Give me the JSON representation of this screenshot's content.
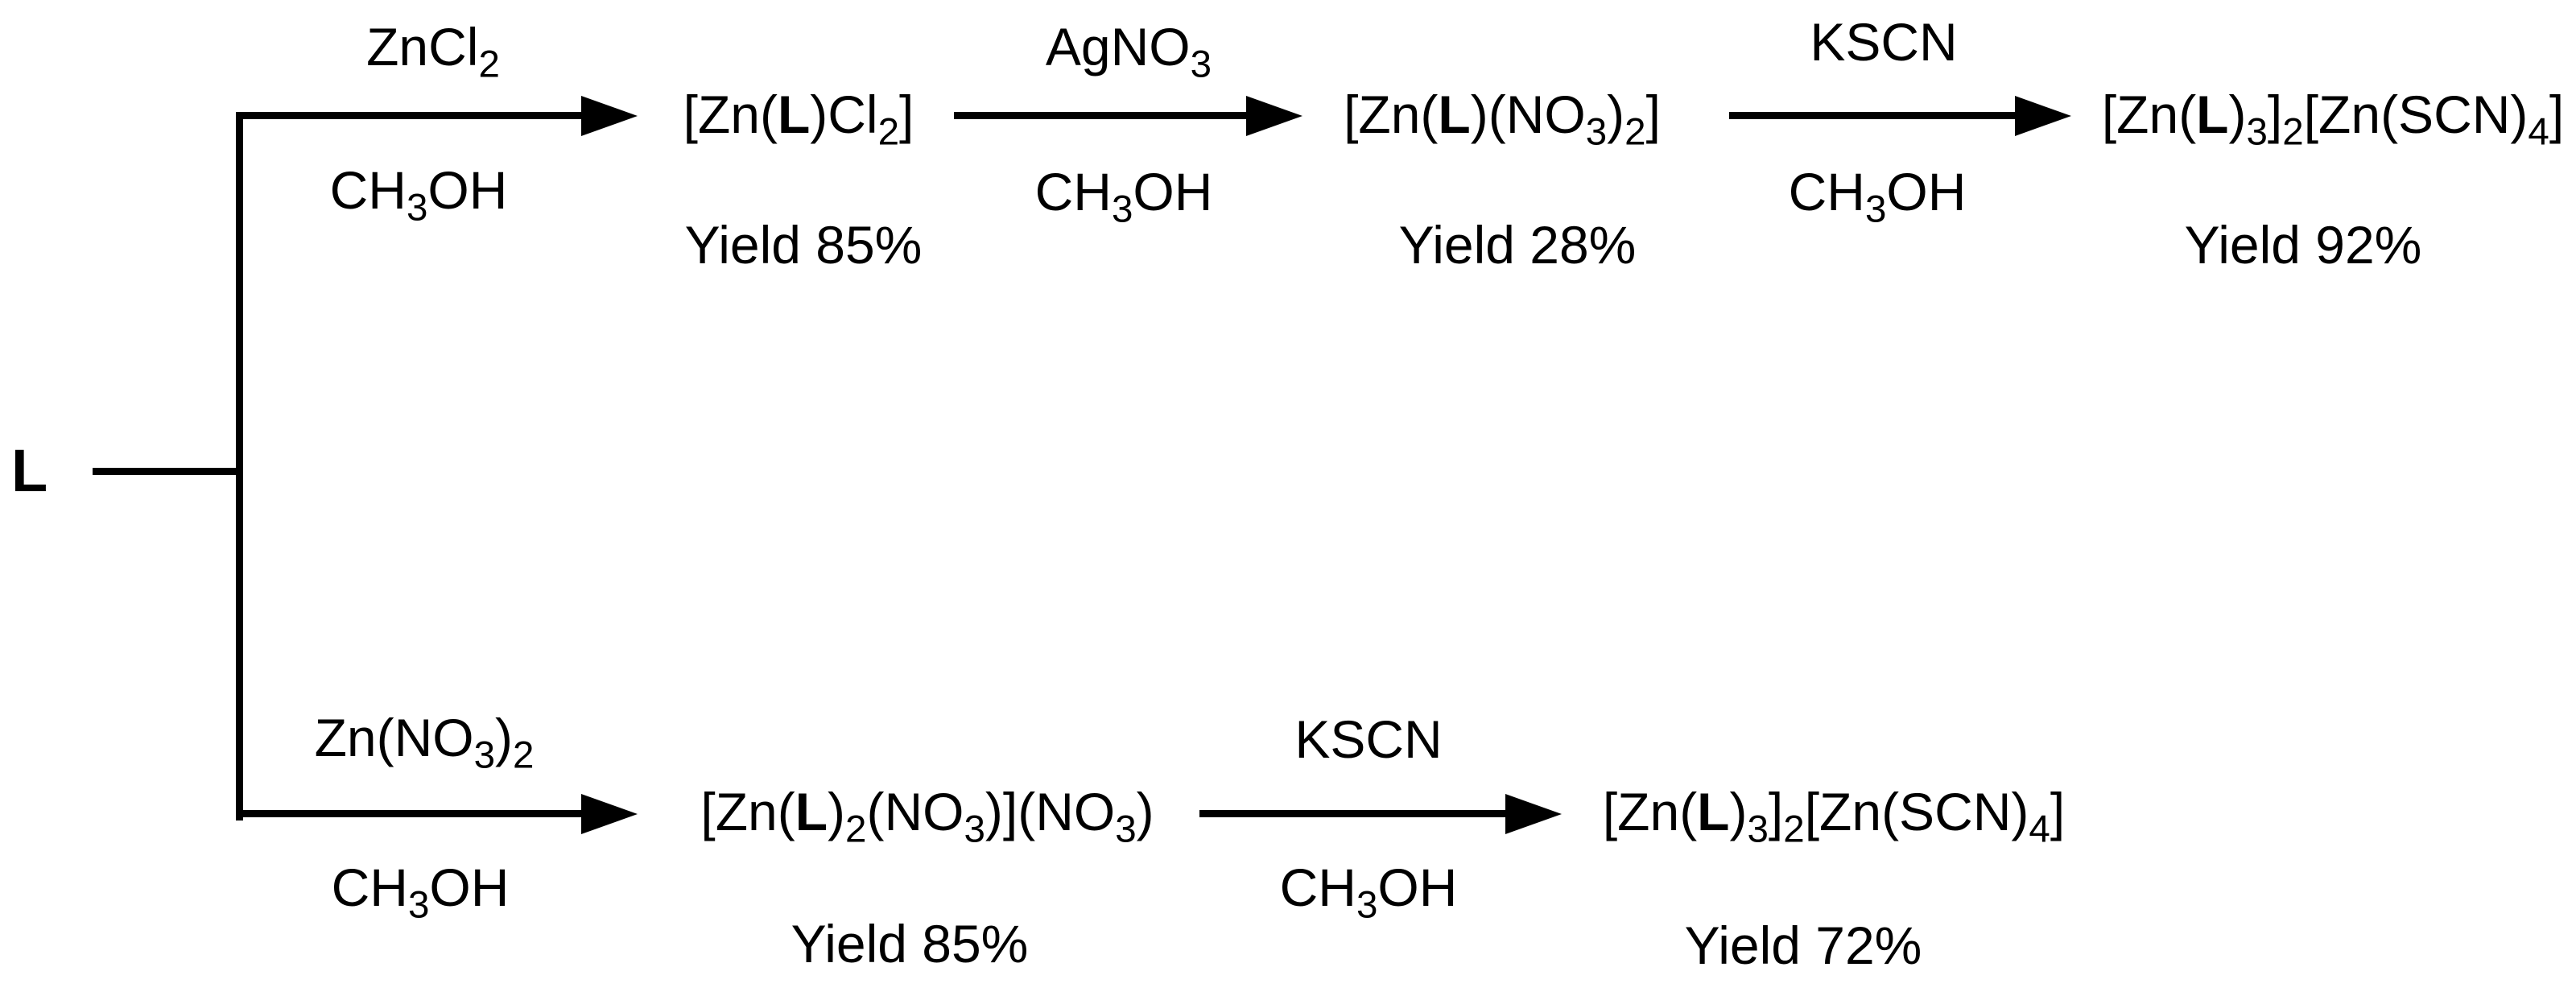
{
  "colors": {
    "ink": "#000000",
    "background": "#ffffff"
  },
  "scheme": {
    "start_label": "L",
    "top_pathway": {
      "steps": [
        {
          "reagent": [
            {
              "t": "ZnCl"
            },
            {
              "t": "2",
              "sub": true
            }
          ],
          "solvent": [
            {
              "t": "CH"
            },
            {
              "t": "3",
              "sub": true
            },
            {
              "t": "OH"
            }
          ],
          "product": [
            {
              "t": "[Zn("
            },
            {
              "t": "L",
              "bold": true
            },
            {
              "t": ")Cl"
            },
            {
              "t": "2",
              "sub": true
            },
            {
              "t": "]"
            }
          ],
          "yield": "Yield 85%"
        },
        {
          "reagent": [
            {
              "t": "AgNO"
            },
            {
              "t": "3",
              "sub": true
            }
          ],
          "solvent": [
            {
              "t": "CH"
            },
            {
              "t": "3",
              "sub": true
            },
            {
              "t": "OH"
            }
          ],
          "product": [
            {
              "t": "[Zn("
            },
            {
              "t": "L",
              "bold": true
            },
            {
              "t": ")(NO"
            },
            {
              "t": "3",
              "sub": true
            },
            {
              "t": ")"
            },
            {
              "t": "2",
              "sub": true
            },
            {
              "t": "]"
            }
          ],
          "yield": "Yield 28%"
        },
        {
          "reagent": [
            {
              "t": "KSCN"
            }
          ],
          "solvent": [
            {
              "t": "CH"
            },
            {
              "t": "3",
              "sub": true
            },
            {
              "t": "OH"
            }
          ],
          "product": [
            {
              "t": "[Zn("
            },
            {
              "t": "L",
              "bold": true
            },
            {
              "t": ")"
            },
            {
              "t": "3",
              "sub": true
            },
            {
              "t": "]"
            },
            {
              "t": "2",
              "sub": true
            },
            {
              "t": "[Zn(SCN)"
            },
            {
              "t": "4",
              "sub": true
            },
            {
              "t": "]"
            }
          ],
          "yield": "Yield 92%"
        }
      ]
    },
    "bottom_pathway": {
      "steps": [
        {
          "reagent": [
            {
              "t": "Zn(NO"
            },
            {
              "t": "3",
              "sub": true
            },
            {
              "t": ")"
            },
            {
              "t": "2",
              "sub": true
            }
          ],
          "solvent": [
            {
              "t": "CH"
            },
            {
              "t": "3",
              "sub": true
            },
            {
              "t": "OH"
            }
          ],
          "product": [
            {
              "t": "[Zn("
            },
            {
              "t": "L",
              "bold": true
            },
            {
              "t": ")"
            },
            {
              "t": "2",
              "sub": true
            },
            {
              "t": "(NO"
            },
            {
              "t": "3",
              "sub": true
            },
            {
              "t": ")](NO"
            },
            {
              "t": "3",
              "sub": true
            },
            {
              "t": ")"
            }
          ],
          "yield": "Yield 85%"
        },
        {
          "reagent": [
            {
              "t": "KSCN"
            }
          ],
          "solvent": [
            {
              "t": "CH"
            },
            {
              "t": "3",
              "sub": true
            },
            {
              "t": "OH"
            }
          ],
          "product": [
            {
              "t": "[Zn("
            },
            {
              "t": "L",
              "bold": true
            },
            {
              "t": ")"
            },
            {
              "t": "3",
              "sub": true
            },
            {
              "t": "]"
            },
            {
              "t": "2",
              "sub": true
            },
            {
              "t": "[Zn(SCN)"
            },
            {
              "t": "4",
              "sub": true
            },
            {
              "t": "]"
            }
          ],
          "yield": "Yield 72%"
        }
      ]
    }
  }
}
